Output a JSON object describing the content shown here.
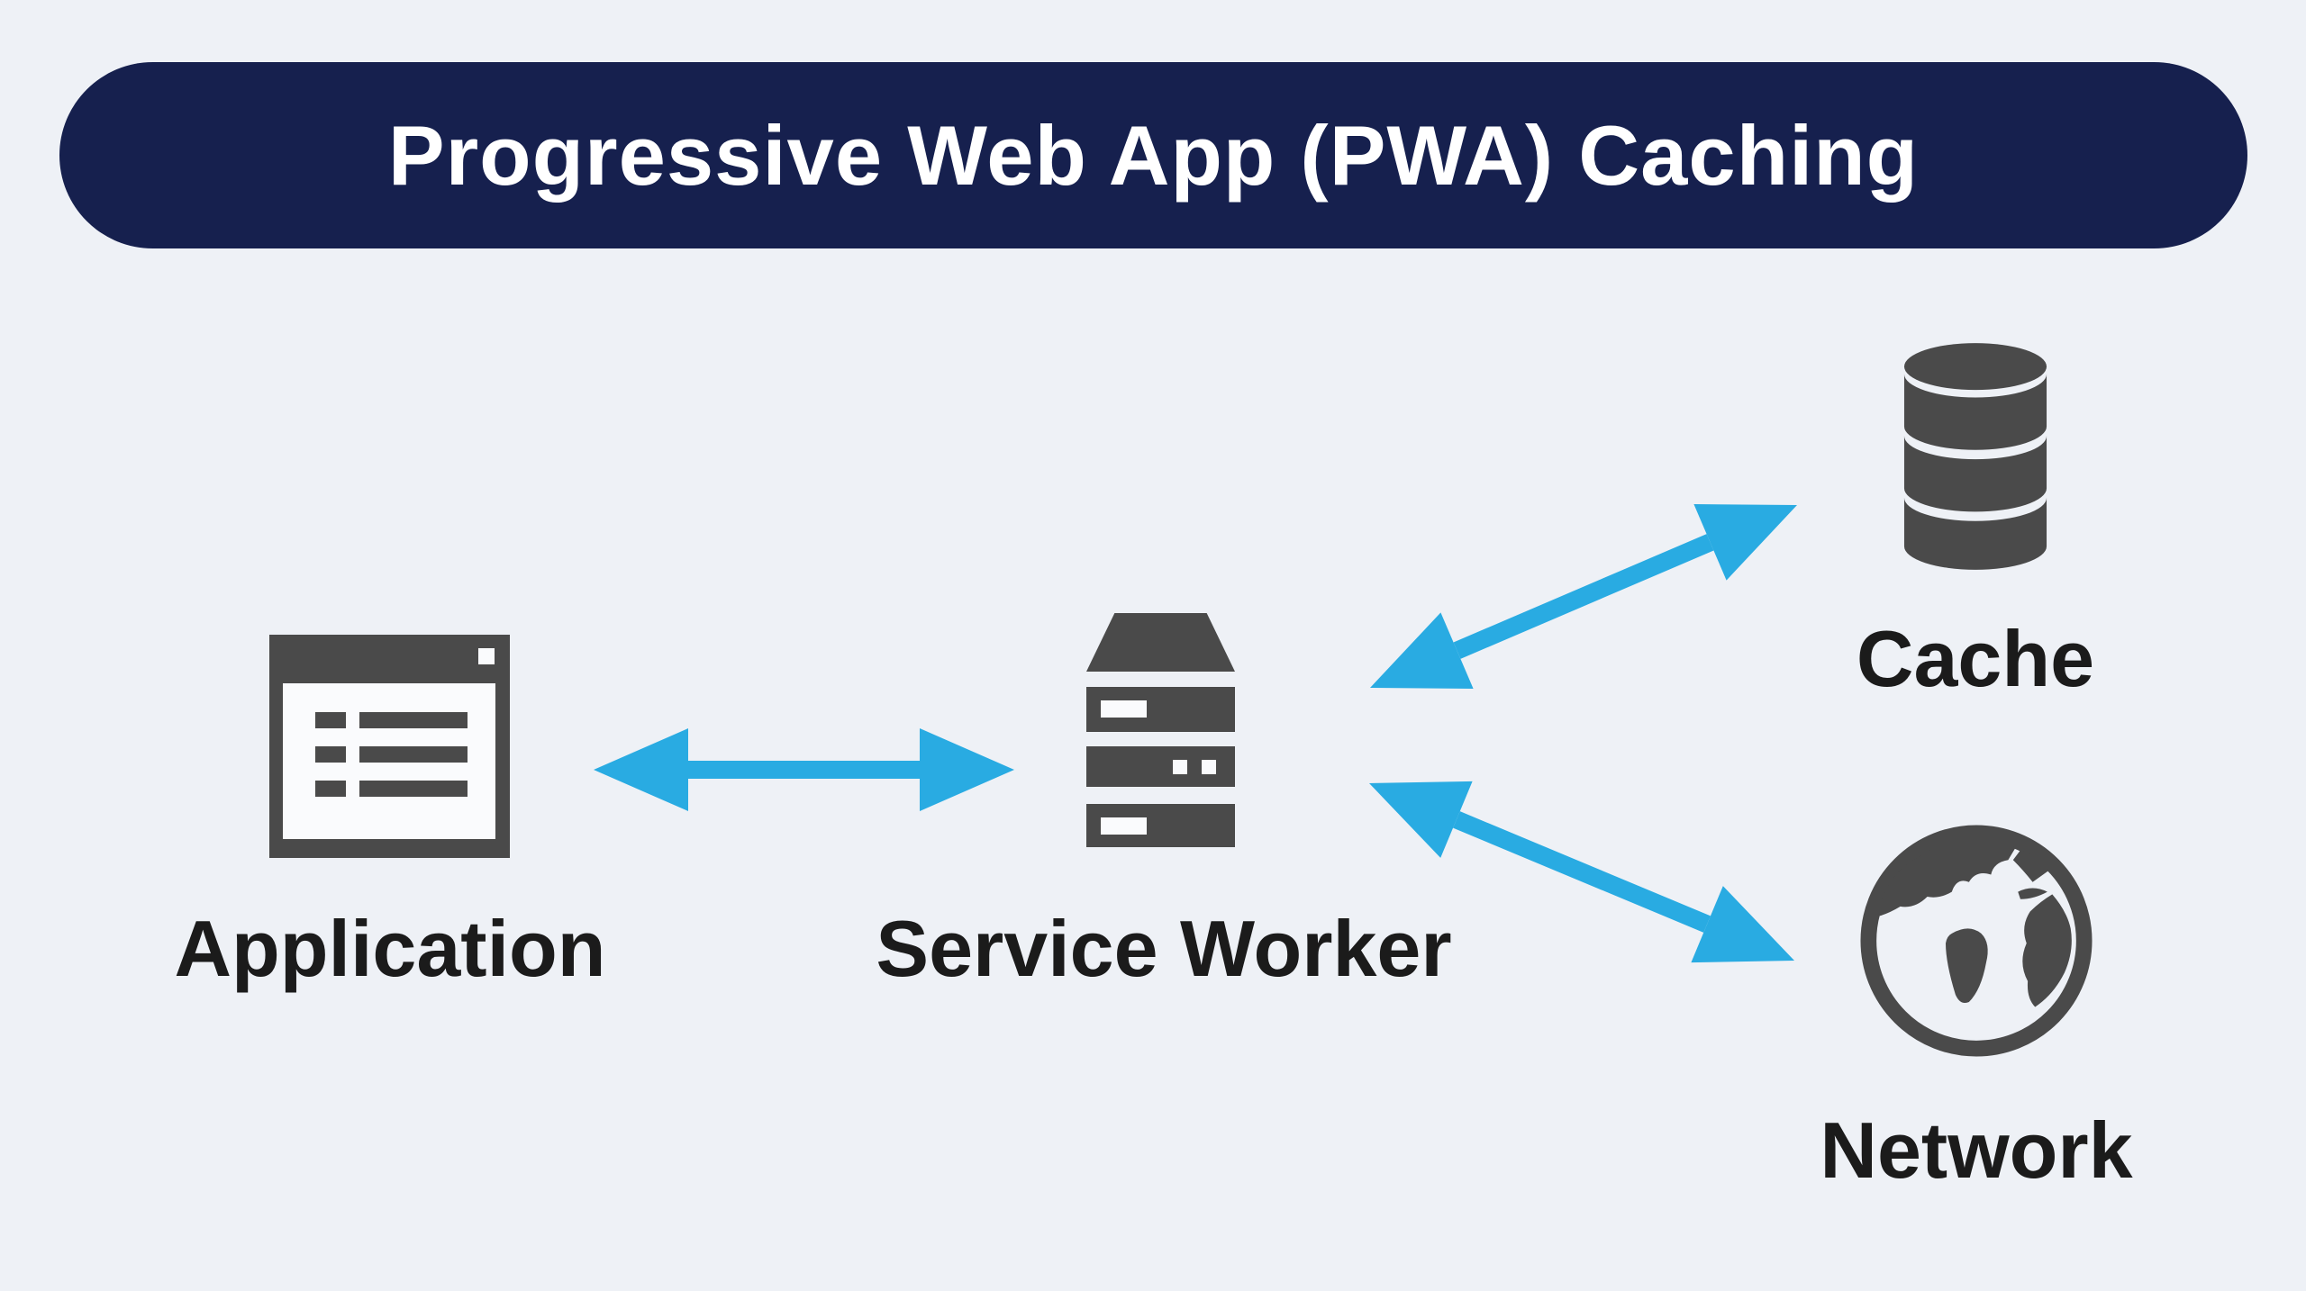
{
  "title": {
    "text": "Progressive Web App (PWA) Caching"
  },
  "nodes": [
    {
      "id": "application",
      "label": "Application",
      "icon": "browser-window-icon"
    },
    {
      "id": "service_worker",
      "label": "Service Worker",
      "icon": "server-icon"
    },
    {
      "id": "cache",
      "label": "Cache",
      "icon": "database-icon"
    },
    {
      "id": "network",
      "label": "Network",
      "icon": "globe-icon"
    }
  ],
  "connections": [
    {
      "from": "Application",
      "to": "Service Worker",
      "type": "bidirectional-arrow"
    },
    {
      "from": "Service Worker",
      "to": "Cache",
      "type": "bidirectional-arrow"
    },
    {
      "from": "Service Worker",
      "to": "Network",
      "type": "bidirectional-arrow"
    }
  ],
  "colors": {
    "background": "#eef1f6",
    "banner_bg": "#16204e",
    "banner_text": "#ffffff",
    "icon": "#4a4a4a",
    "panel": "#fafbfd",
    "arrow": "#29abe2",
    "label": "#1b1b1b"
  }
}
